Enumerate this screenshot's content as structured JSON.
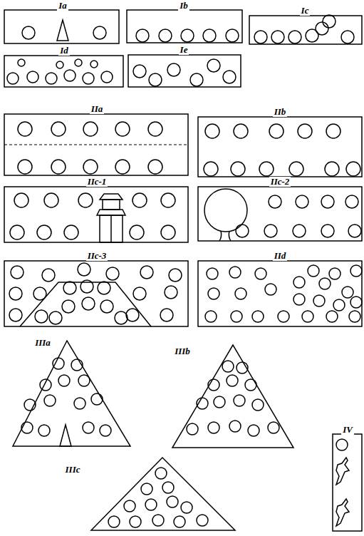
{
  "diagram": {
    "labels": [
      "Ia",
      "Ib",
      "Ic",
      "Id",
      "Ie",
      "IIa",
      "IIb",
      "IIc-1",
      "IIc-2",
      "IIc-3",
      "IId",
      "IIIa",
      "IIIb",
      "IIIc",
      "IV"
    ]
  }
}
